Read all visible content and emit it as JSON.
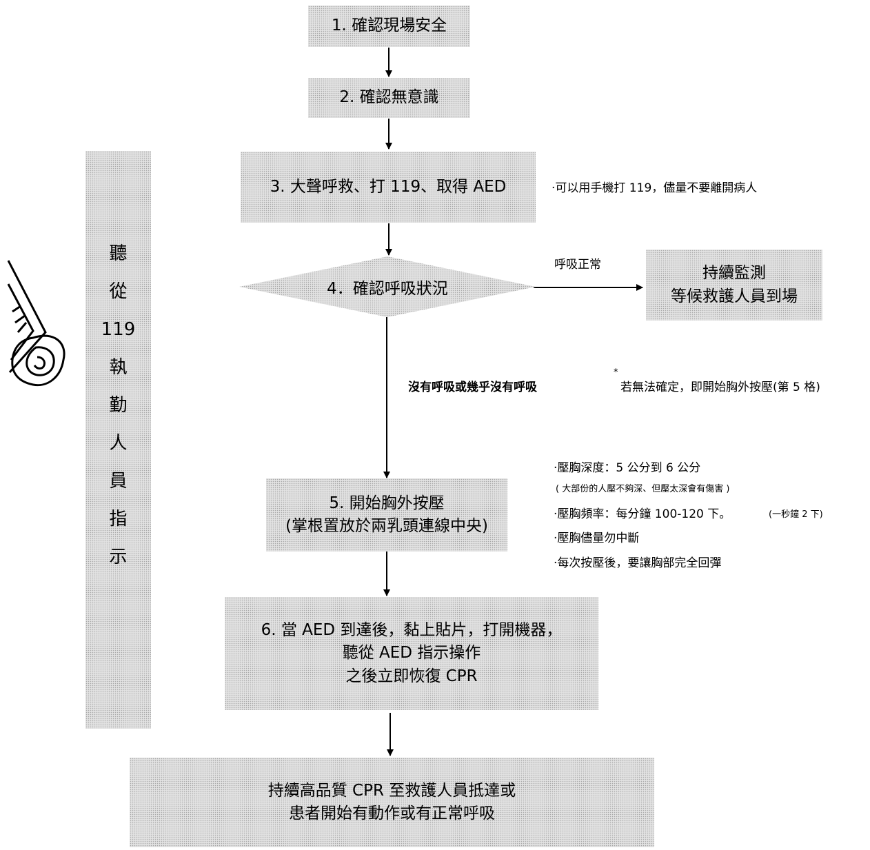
{
  "steps": {
    "step1": "1. 確認現場安全",
    "step2": "2. 確認無意識",
    "step3": "3. 大聲呼救、打 119、取得 AED",
    "step4": "4．確認呼吸狀況",
    "monitor": [
      "持續監測",
      "等候救護人員到場"
    ],
    "step5": [
      "5. 開始胸外按壓",
      "(掌根置放於兩乳頭連線中央)"
    ],
    "step6": [
      "6. 當 AED 到達後，黏上貼片，打開機器，",
      "聽從 AED 指示操作",
      "之後立即恢復 CPR"
    ],
    "final": [
      "持續高品質  CPR  至救護人員抵達或",
      "患者開始有動作或有正常呼吸"
    ]
  },
  "side_panel": {
    "lines": [
      "聽",
      "從",
      "119",
      "執",
      "勤",
      "人",
      "員",
      "指",
      "示"
    ]
  },
  "labels": {
    "breathing_normal": "呼吸正常",
    "no_breathing": "沒有呼吸或幾乎沒有呼吸"
  },
  "notes": {
    "phone": "‧可以用手機打 119，儘量不要離開病人",
    "uncertain_mark": "*",
    "uncertain": "若無法確定，即開始胸外按壓(第 5 格)",
    "depth": "‧壓胸深度：5 公分到 6 公分",
    "depth_sub": "( 大部份的人壓不夠深、但壓太深會有傷害 )",
    "rate": "‧壓胸頻率：每分鐘 100-120 下。",
    "rate_sub": "(一秒鐘 2 下)",
    "continuous": "‧壓胸儘量勿中斷",
    "recoil": "‧每次按壓後，要讓胸部完全回彈"
  },
  "colors": {
    "box_fill": "#e2e2e2",
    "dot": "#a8a8a8",
    "line": "#000000"
  }
}
